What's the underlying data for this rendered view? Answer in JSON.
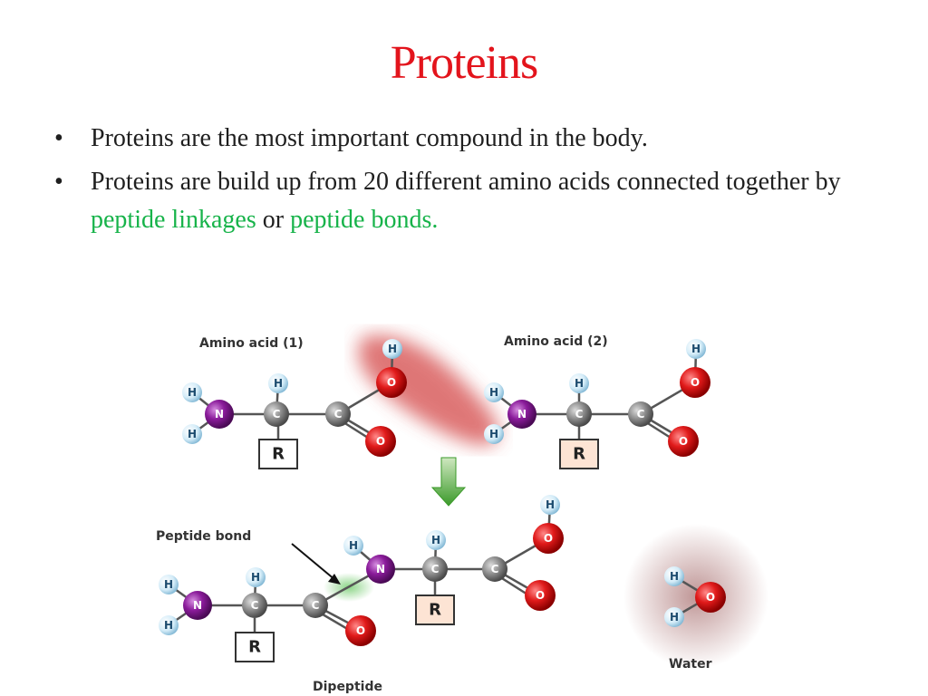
{
  "slide": {
    "title": "Proteins",
    "bullets": [
      {
        "text": "Proteins are the most important compound in the body."
      },
      {
        "pre": "Proteins are build up from 20 different amino acids connected together by ",
        "g1": "peptide linkages",
        "mid": " or ",
        "g2": "peptide bonds."
      }
    ]
  },
  "diagram": {
    "amino1_label": "Amino acid (1)",
    "amino2_label": "Amino acid (2)",
    "peptide_label": "Peptide bond",
    "dipeptide_label": "Dipeptide",
    "water_label": "Water",
    "atoms": {
      "H": "H",
      "N": "N",
      "C": "C",
      "O": "O",
      "R": "R"
    }
  },
  "colors": {
    "title": "#e3141c",
    "highlight": "#17b34a",
    "oxygen": "#e01a1a",
    "nitrogen": "#8a1b9a",
    "carbon": "#8a8a8a",
    "hydrogen": "#bfe3f5"
  }
}
